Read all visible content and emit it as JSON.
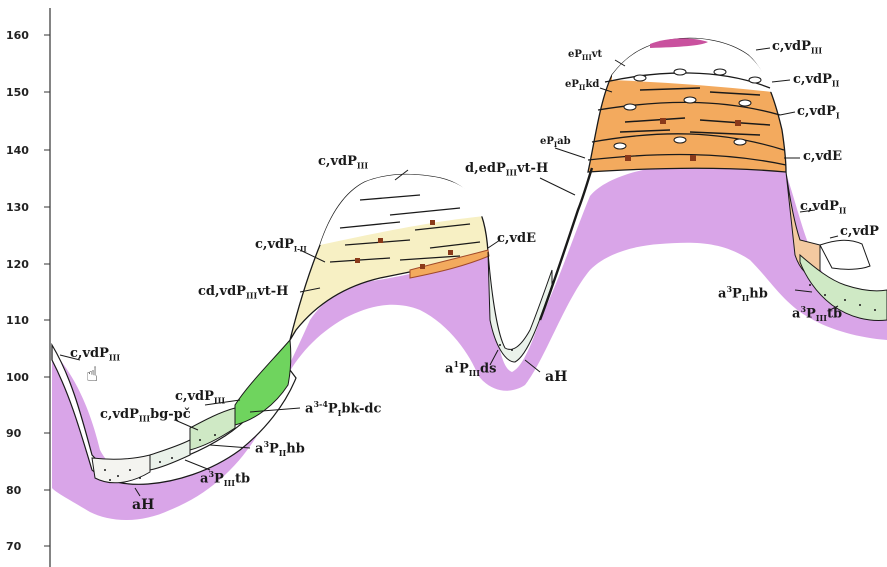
{
  "axis": {
    "ticks": [
      "160",
      "150",
      "140",
      "130",
      "120",
      "110",
      "100",
      "90",
      "80",
      "70"
    ]
  },
  "labels": {
    "c_vdp_left": "c,vdP",
    "c_vdp_left_sub": "III",
    "c_vdp_bg": "c,vdP",
    "c_vdp_bg_sub": "III",
    "c_vdp_bg_tail": "bg-pč",
    "c_vdp_mid": "c,vdP",
    "c_vdp_mid_sub": "III",
    "a_p_bk": "a",
    "a_p_bk_sup": "3-4",
    "a_p_bk_tail": "P",
    "a_p_bk_sub": "I",
    "a_p_bk_end": "bk-dc",
    "a_p_hb_left": "a",
    "a_p_hb_left_sup": "3",
    "a_p_hb_left_tail": "P",
    "a_p_hb_left_sub": "II",
    "a_p_hb_left_end": "hb",
    "a_p_tb_left": "a",
    "a_p_tb_left_sup": "3",
    "a_p_tb_left_tail": "P",
    "a_p_tb_left_sub": "III",
    "a_p_tb_left_end": "tb",
    "ah_left": "aH",
    "cd_vdp": "cd,vdP",
    "cd_vdp_sub": "III",
    "cd_vdp_end": "vt-H",
    "c_vdp_12": "c,vdP",
    "c_vdp_12_sub": "I-II",
    "c_vdp_top": "c,vdP",
    "c_vdp_top_sub": "III",
    "c_vde_mid": "c,vdE",
    "a_p_ds": "a",
    "a_p_ds_sup": "1",
    "a_p_ds_tail": "P",
    "a_p_ds_sub": "III",
    "a_p_ds_end": "ds",
    "ah_mid": "aH",
    "d_edp": "d,edP",
    "d_edp_sub": "III",
    "d_edp_end": "vt-H",
    "ep_vt": "eP",
    "ep_vt_sub": "III",
    "ep_vt_end": "vt",
    "ep_kd": "eP",
    "ep_kd_sub": "II",
    "ep_kd_end": "kd",
    "ep_ab": "eP",
    "ep_ab_sub": "I",
    "ep_ab_end": "ab",
    "c_vdp_r3": "c,vdP",
    "c_vdp_r3_sub": "III",
    "c_vdp_r2": "c,vdP",
    "c_vdp_r2_sub": "II",
    "c_vdp_r1": "c,vdP",
    "c_vdp_r1_sub": "I",
    "c_vde_right": "c,vdE",
    "c_vdp_right": "c,vdP",
    "c_vdp_right_sub": "II",
    "c_vdp_edge": "c,vdP",
    "a_p_hb_right": "a",
    "a_p_hb_right_sup": "3",
    "a_p_hb_right_tail": "P",
    "a_p_hb_right_sub": "II",
    "a_p_hb_right_end": "hb",
    "a_p_tb_right": "a",
    "a_p_tb_right_sup": "3",
    "a_p_tb_right_tail": "P",
    "a_p_tb_right_sub": "III",
    "a_p_tb_right_end": "tb"
  },
  "colors": {
    "bedrock": "#d9a5e8",
    "cream": "#f7f0c4",
    "orange": "#f3aa5e",
    "green": "#6fd45e",
    "light_green": "#cfe9c5",
    "pale": "#eaf2ea",
    "magenta": "#c9519e",
    "line": "#1a1a1a",
    "brown": "#a0492a"
  }
}
